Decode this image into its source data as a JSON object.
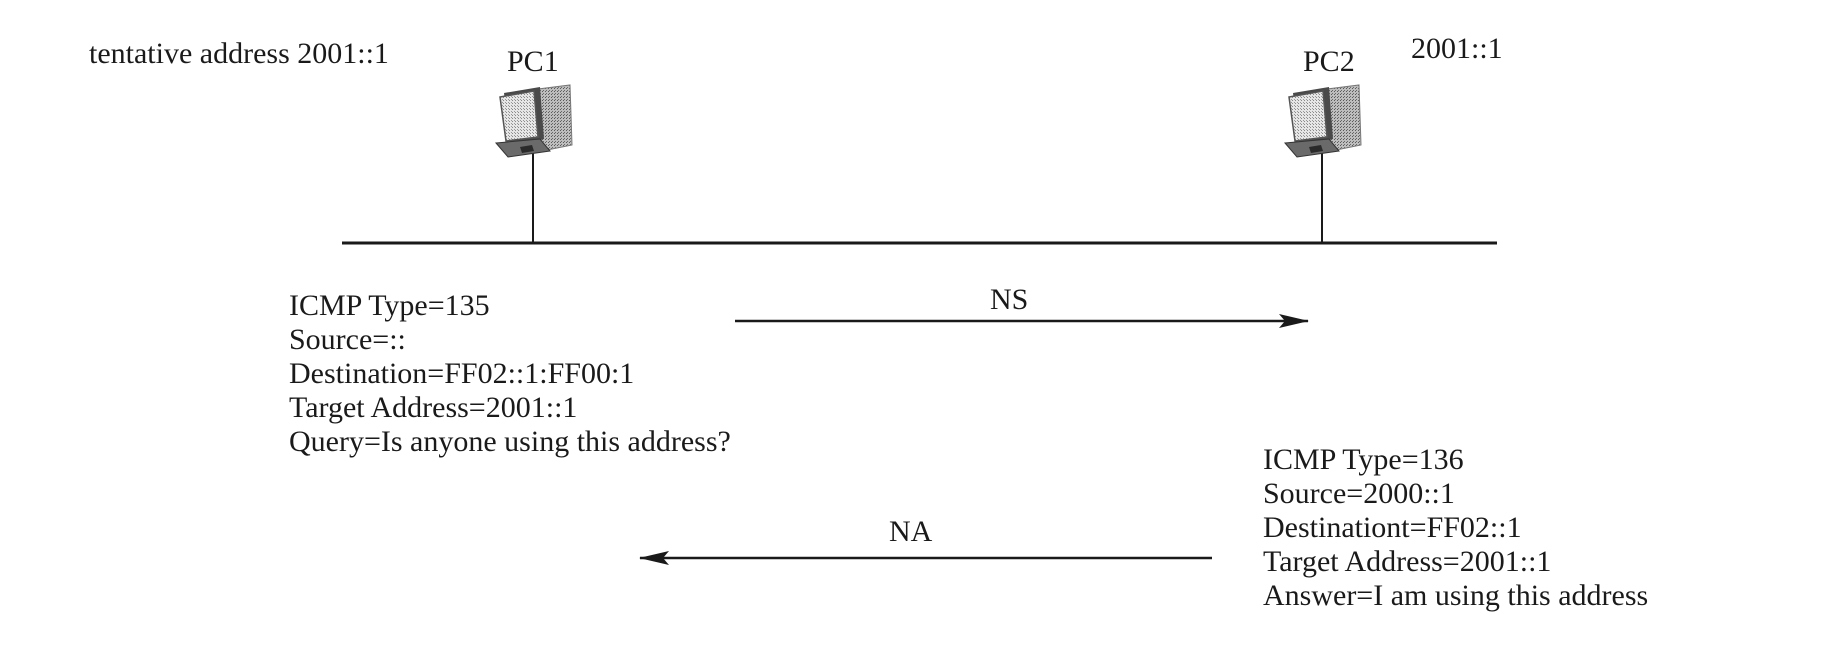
{
  "pc1": {
    "name": "PC1",
    "address_label": "tentative address 2001::1",
    "icon": "computer-icon"
  },
  "pc2": {
    "name": "PC2",
    "address_label": "2001::1",
    "icon": "computer-icon"
  },
  "ns_message": {
    "arrow_label": "NS",
    "direction": "PC1 to PC2",
    "lines": [
      "ICMP Type=135",
      "Source=::",
      "Destination=FF02::1:FF00:1",
      "Target Address=2001::1",
      "Query=Is anyone using this address?"
    ]
  },
  "na_message": {
    "arrow_label": "NA",
    "direction": "PC2 to PC1",
    "lines": [
      "ICMP Type=136",
      "Source=2000::1",
      "Destinationt=FF02::1",
      "Target Address=2001::1",
      "Answer=I am using this address"
    ]
  },
  "colors": {
    "line": "#1a1a1a",
    "text": "#1a1a1a",
    "computer_light": "#d9d9d9",
    "computer_dark": "#5a5a5a"
  }
}
